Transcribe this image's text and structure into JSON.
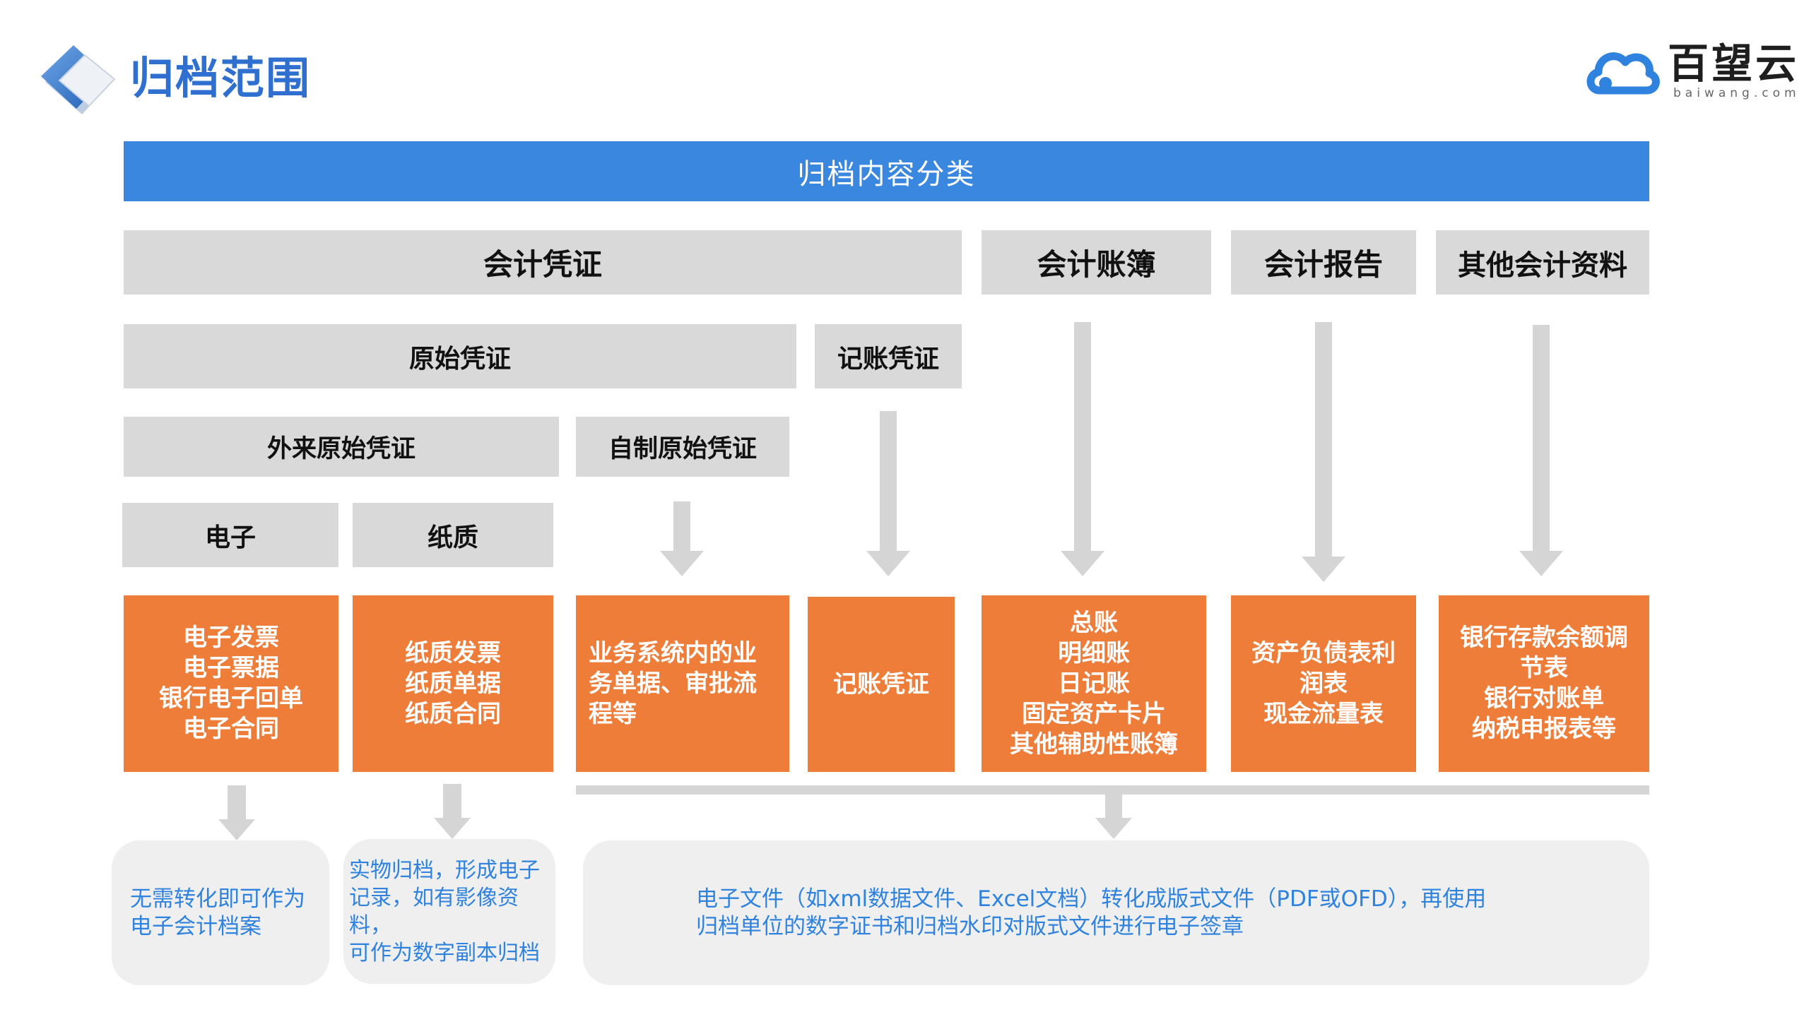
{
  "header": {
    "title": "归档范围",
    "brand_name": "百望云",
    "brand_domain": "baiwang.com"
  },
  "diagram": {
    "banner": "归档内容分类",
    "level1": [
      "会计凭证",
      "会计账簿",
      "会计报告",
      "其他会计资料"
    ],
    "level2": [
      "原始凭证",
      "记账凭证"
    ],
    "level3": [
      "外来原始凭证",
      "自制原始凭证"
    ],
    "level4": [
      "电子",
      "纸质"
    ],
    "boxes": [
      "电子发票\n电子票据\n银行电子回单\n电子合同",
      "纸质发票\n纸质单据\n纸质合同",
      "业务系统内的业\n务单据、审批流\n程等",
      "记账凭证",
      "总账\n明细账\n日记账\n固定资产卡片\n其他辅助性账簿",
      "资产负债表利\n润表\n现金流量表",
      "银行存款余额调\n节表\n银行对账单\n纳税申报表等"
    ],
    "notes": [
      "无需转化即可作为\n电子会计档案",
      "实物归档，形成电子\n记录，如有影像资料，\n可作为数字副本归档",
      "电子文件（如xml数据文件、Excel文档）转化成版式文件（PDF或OFD），再使用\n归档单位的数字证书和归档水印对版式文件进行电子签章"
    ]
  },
  "colors": {
    "banner": "#3a87e0",
    "gray_box": "#d9d9d9",
    "orange_box": "#ee7d3a",
    "note_bg": "#efefef",
    "note_text": "#2f83de"
  }
}
